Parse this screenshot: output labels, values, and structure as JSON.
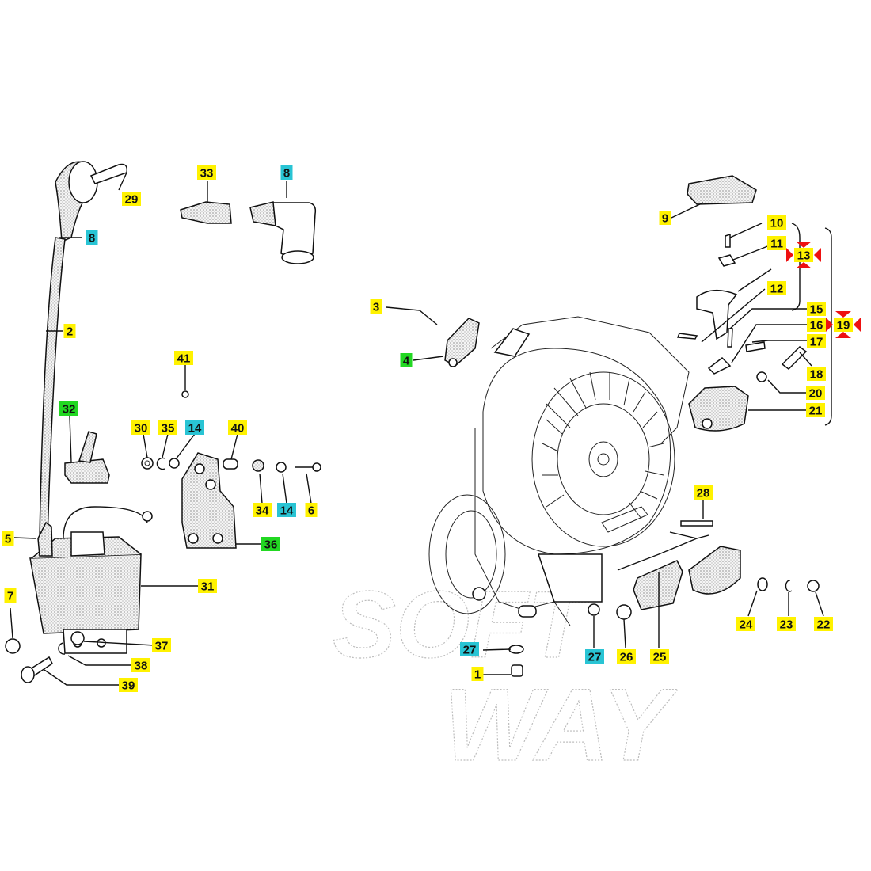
{
  "diagram": {
    "title": "Ignition / flywheel exploded parts diagram",
    "watermark": {
      "line1": "SOFT",
      "line2": "WAY"
    },
    "highlight_colors": {
      "yellow": "#fff200",
      "cyan": "#29c4d4",
      "green": "#22d822",
      "marker_red": "#ee1111"
    },
    "labels": [
      {
        "num": "29",
        "color": "yellow"
      },
      {
        "num": "33",
        "color": "yellow"
      },
      {
        "num": "8",
        "color": "cyan"
      },
      {
        "num": "8",
        "color": "cyan"
      },
      {
        "num": "2",
        "color": "yellow"
      },
      {
        "num": "41",
        "color": "yellow"
      },
      {
        "num": "32",
        "color": "green"
      },
      {
        "num": "30",
        "color": "yellow"
      },
      {
        "num": "35",
        "color": "yellow"
      },
      {
        "num": "14",
        "color": "cyan"
      },
      {
        "num": "40",
        "color": "yellow"
      },
      {
        "num": "34",
        "color": "yellow"
      },
      {
        "num": "14",
        "color": "cyan"
      },
      {
        "num": "6",
        "color": "yellow"
      },
      {
        "num": "5",
        "color": "yellow"
      },
      {
        "num": "36",
        "color": "green"
      },
      {
        "num": "31",
        "color": "yellow"
      },
      {
        "num": "7",
        "color": "yellow"
      },
      {
        "num": "37",
        "color": "yellow"
      },
      {
        "num": "38",
        "color": "yellow"
      },
      {
        "num": "39",
        "color": "yellow"
      },
      {
        "num": "3",
        "color": "yellow"
      },
      {
        "num": "4",
        "color": "green"
      },
      {
        "num": "9",
        "color": "yellow"
      },
      {
        "num": "10",
        "color": "yellow"
      },
      {
        "num": "11",
        "color": "yellow"
      },
      {
        "num": "13",
        "color": "yellow",
        "marked": true
      },
      {
        "num": "12",
        "color": "yellow"
      },
      {
        "num": "15",
        "color": "yellow"
      },
      {
        "num": "16",
        "color": "yellow"
      },
      {
        "num": "19",
        "color": "yellow",
        "marked": true
      },
      {
        "num": "17",
        "color": "yellow"
      },
      {
        "num": "18",
        "color": "yellow"
      },
      {
        "num": "20",
        "color": "yellow"
      },
      {
        "num": "21",
        "color": "yellow"
      },
      {
        "num": "28",
        "color": "yellow"
      },
      {
        "num": "24",
        "color": "yellow"
      },
      {
        "num": "23",
        "color": "yellow"
      },
      {
        "num": "22",
        "color": "yellow"
      },
      {
        "num": "27",
        "color": "cyan"
      },
      {
        "num": "27",
        "color": "cyan"
      },
      {
        "num": "26",
        "color": "yellow"
      },
      {
        "num": "25",
        "color": "yellow"
      },
      {
        "num": "1",
        "color": "yellow"
      }
    ]
  }
}
